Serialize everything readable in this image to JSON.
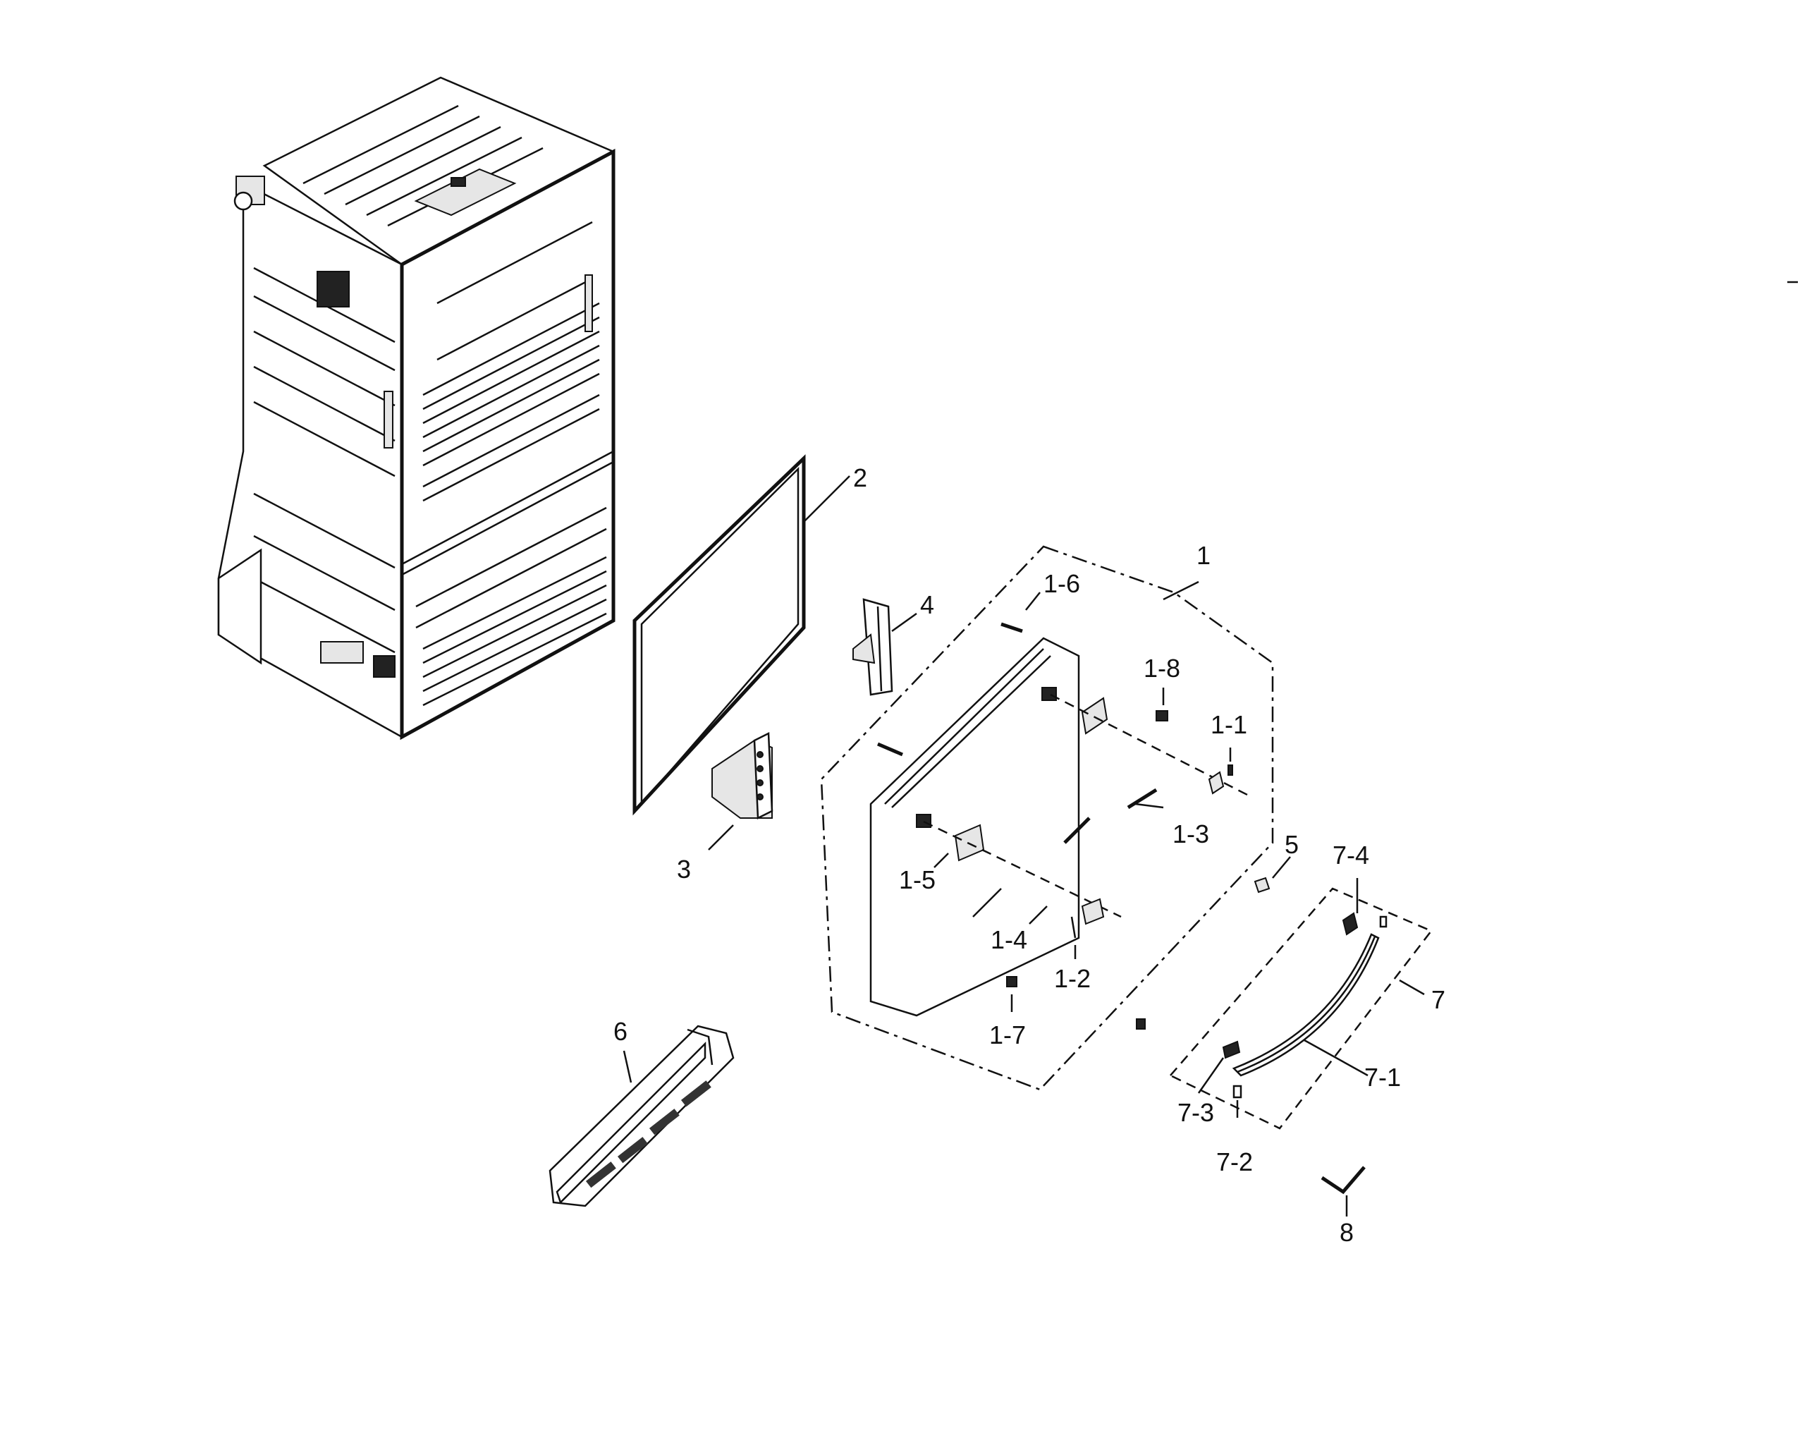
{
  "labels": {
    "p1": "1",
    "p1_1": "1-1",
    "p1_2": "1-2",
    "p1_3": "1-3",
    "p1_4": "1-4",
    "p1_5": "1-5",
    "p1_6": "1-6",
    "p1_7": "1-7",
    "p1_8": "1-8",
    "p2": "2",
    "p3": "3",
    "p4": "4",
    "p5": "5",
    "p6": "6",
    "p7": "7",
    "p7_1": "7-1",
    "p7_2": "7-2",
    "p7_3": "7-3",
    "p7_4": "7-4",
    "p8": "8"
  },
  "colors": {
    "ink": "#111111",
    "paper": "#ffffff"
  }
}
